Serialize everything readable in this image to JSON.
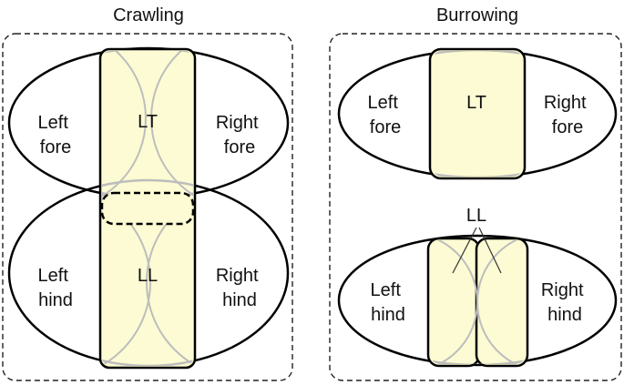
{
  "panels": {
    "crawling": {
      "title": "Crawling",
      "left_fore": [
        "Left",
        "fore"
      ],
      "right_fore": [
        "Right",
        "fore"
      ],
      "left_hind": [
        "Left",
        "hind"
      ],
      "right_hind": [
        "Right",
        "hind"
      ],
      "lt": "LT",
      "ll": "LL"
    },
    "burrowing": {
      "title": "Burrowing",
      "left_fore": [
        "Left",
        "fore"
      ],
      "right_fore": [
        "Right",
        "fore"
      ],
      "left_hind": [
        "Left",
        "hind"
      ],
      "right_hind": [
        "Right",
        "hind"
      ],
      "lt": "LT",
      "ll": "LL"
    }
  },
  "colors": {
    "fill": "#FCFBD3",
    "stroke": "#000000",
    "overlap_line": "#BDBDBD"
  }
}
